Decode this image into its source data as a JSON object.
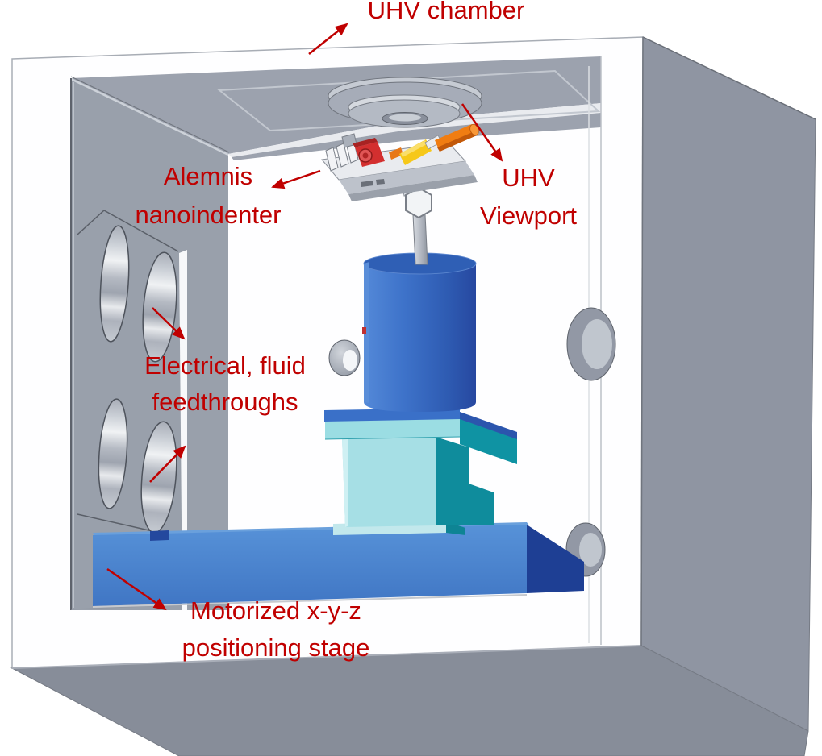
{
  "figure": {
    "labels": {
      "chamber": {
        "text": "UHV chamber"
      },
      "nanoindenter": {
        "line1": "Alemnis",
        "line2": "nanoindenter"
      },
      "viewport": {
        "line1": "UHV",
        "line2": "Viewport"
      },
      "feedthroughs": {
        "line1": "Electrical, fluid",
        "line2": "feedthroughs"
      },
      "stage": {
        "line1": "Motorized x-y-z",
        "line2": "positioning stage"
      }
    },
    "colors": {
      "annotation_red": "#C00000",
      "chamber_gray": "#9CA2AE",
      "chamber_wall_gray": "#99A0AB",
      "chamber_side_gray": "#8F95A2",
      "chamber_bottom_gray": "#878D99",
      "interior_white": "#FEFEFF",
      "stage_base_blue": "#4E8AD2",
      "stage_base_navy": "#1E3F94",
      "sample_cylinder_blue": "#3A6FC6",
      "piezo_cyan": "#A6DFE5",
      "piezo_teal": "#0F8C9C",
      "piezo_plate_cyan": "#9BDDE3",
      "piezo_plate_blue": "#3A70C8",
      "indenter_red": "#D32F2F",
      "indenter_yellow": "#F6C81A",
      "indenter_orange": "#F07D12"
    }
  }
}
